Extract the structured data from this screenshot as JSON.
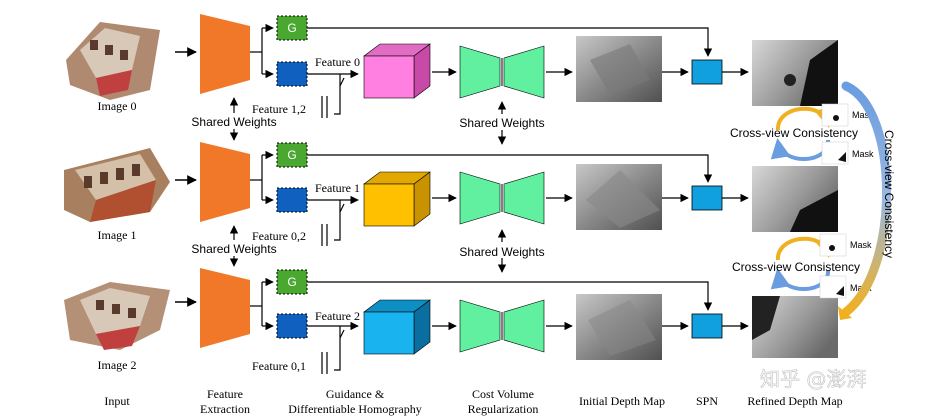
{
  "rows": [
    {
      "image_label": "Image 0",
      "feature_label": "Feature 0",
      "aux_label": "Feature 1,2",
      "cube_colors": [
        "#ff80e0",
        "#e06cc4",
        "#c84aa8"
      ]
    },
    {
      "image_label": "Image 1",
      "feature_label": "Feature 1",
      "aux_label": "Feature 0,2",
      "cube_colors": [
        "#ffc000",
        "#e0a800",
        "#c89200"
      ]
    },
    {
      "image_label": "Image 2",
      "feature_label": "Feature 2",
      "aux_label": "Feature 0,1",
      "cube_colors": [
        "#19b4f0",
        "#0d8fc4",
        "#0a6fa0"
      ]
    }
  ],
  "g_label": "G",
  "shared_weights": "Shared Weights",
  "cross_view_consistency": "Cross-view Consistency",
  "mask_label": "Mask",
  "stages": {
    "input": "Input",
    "feature_extraction_1": "Feature",
    "feature_extraction_2": "Extraction",
    "guidance_1": "Guidance &",
    "guidance_2": "Differentiable Homography",
    "cost_volume_1": "Cost Volume",
    "cost_volume_2": "Regularization",
    "initial_depth": "Initial Depth Map",
    "spn": "SPN",
    "refined_depth": "Refined Depth Map"
  },
  "watermark": "知乎 @澎湃",
  "colors": {
    "feature_extractor": "#f07828",
    "g_box": "#4aa830",
    "feature_box": "#1060c0",
    "cost_volume": "#60f0a0",
    "spn": "#10a0e0",
    "arc_yellow": "#f0b020",
    "arc_blue": "#6a9ce0"
  }
}
